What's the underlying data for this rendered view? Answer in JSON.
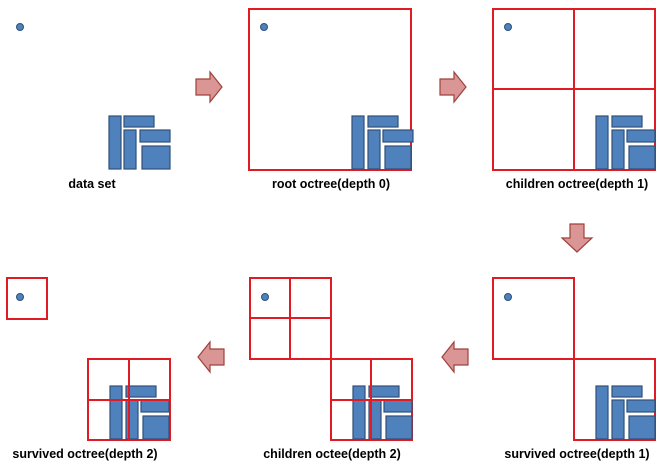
{
  "captions": {
    "p1": "data set",
    "p2": "root octree(depth 0)",
    "p3": "children octree(depth 1)",
    "p4": "survived octree(depth 1)",
    "p5": "children octee(depth 2)",
    "p6": "survived octree(depth 2)"
  },
  "colors": {
    "octree_border": "#e01b24",
    "shape_fill": "#4f81bd",
    "shape_stroke": "#2f4f7a",
    "arrow_fill": "#d99694",
    "arrow_stroke": "#a0403c"
  }
}
